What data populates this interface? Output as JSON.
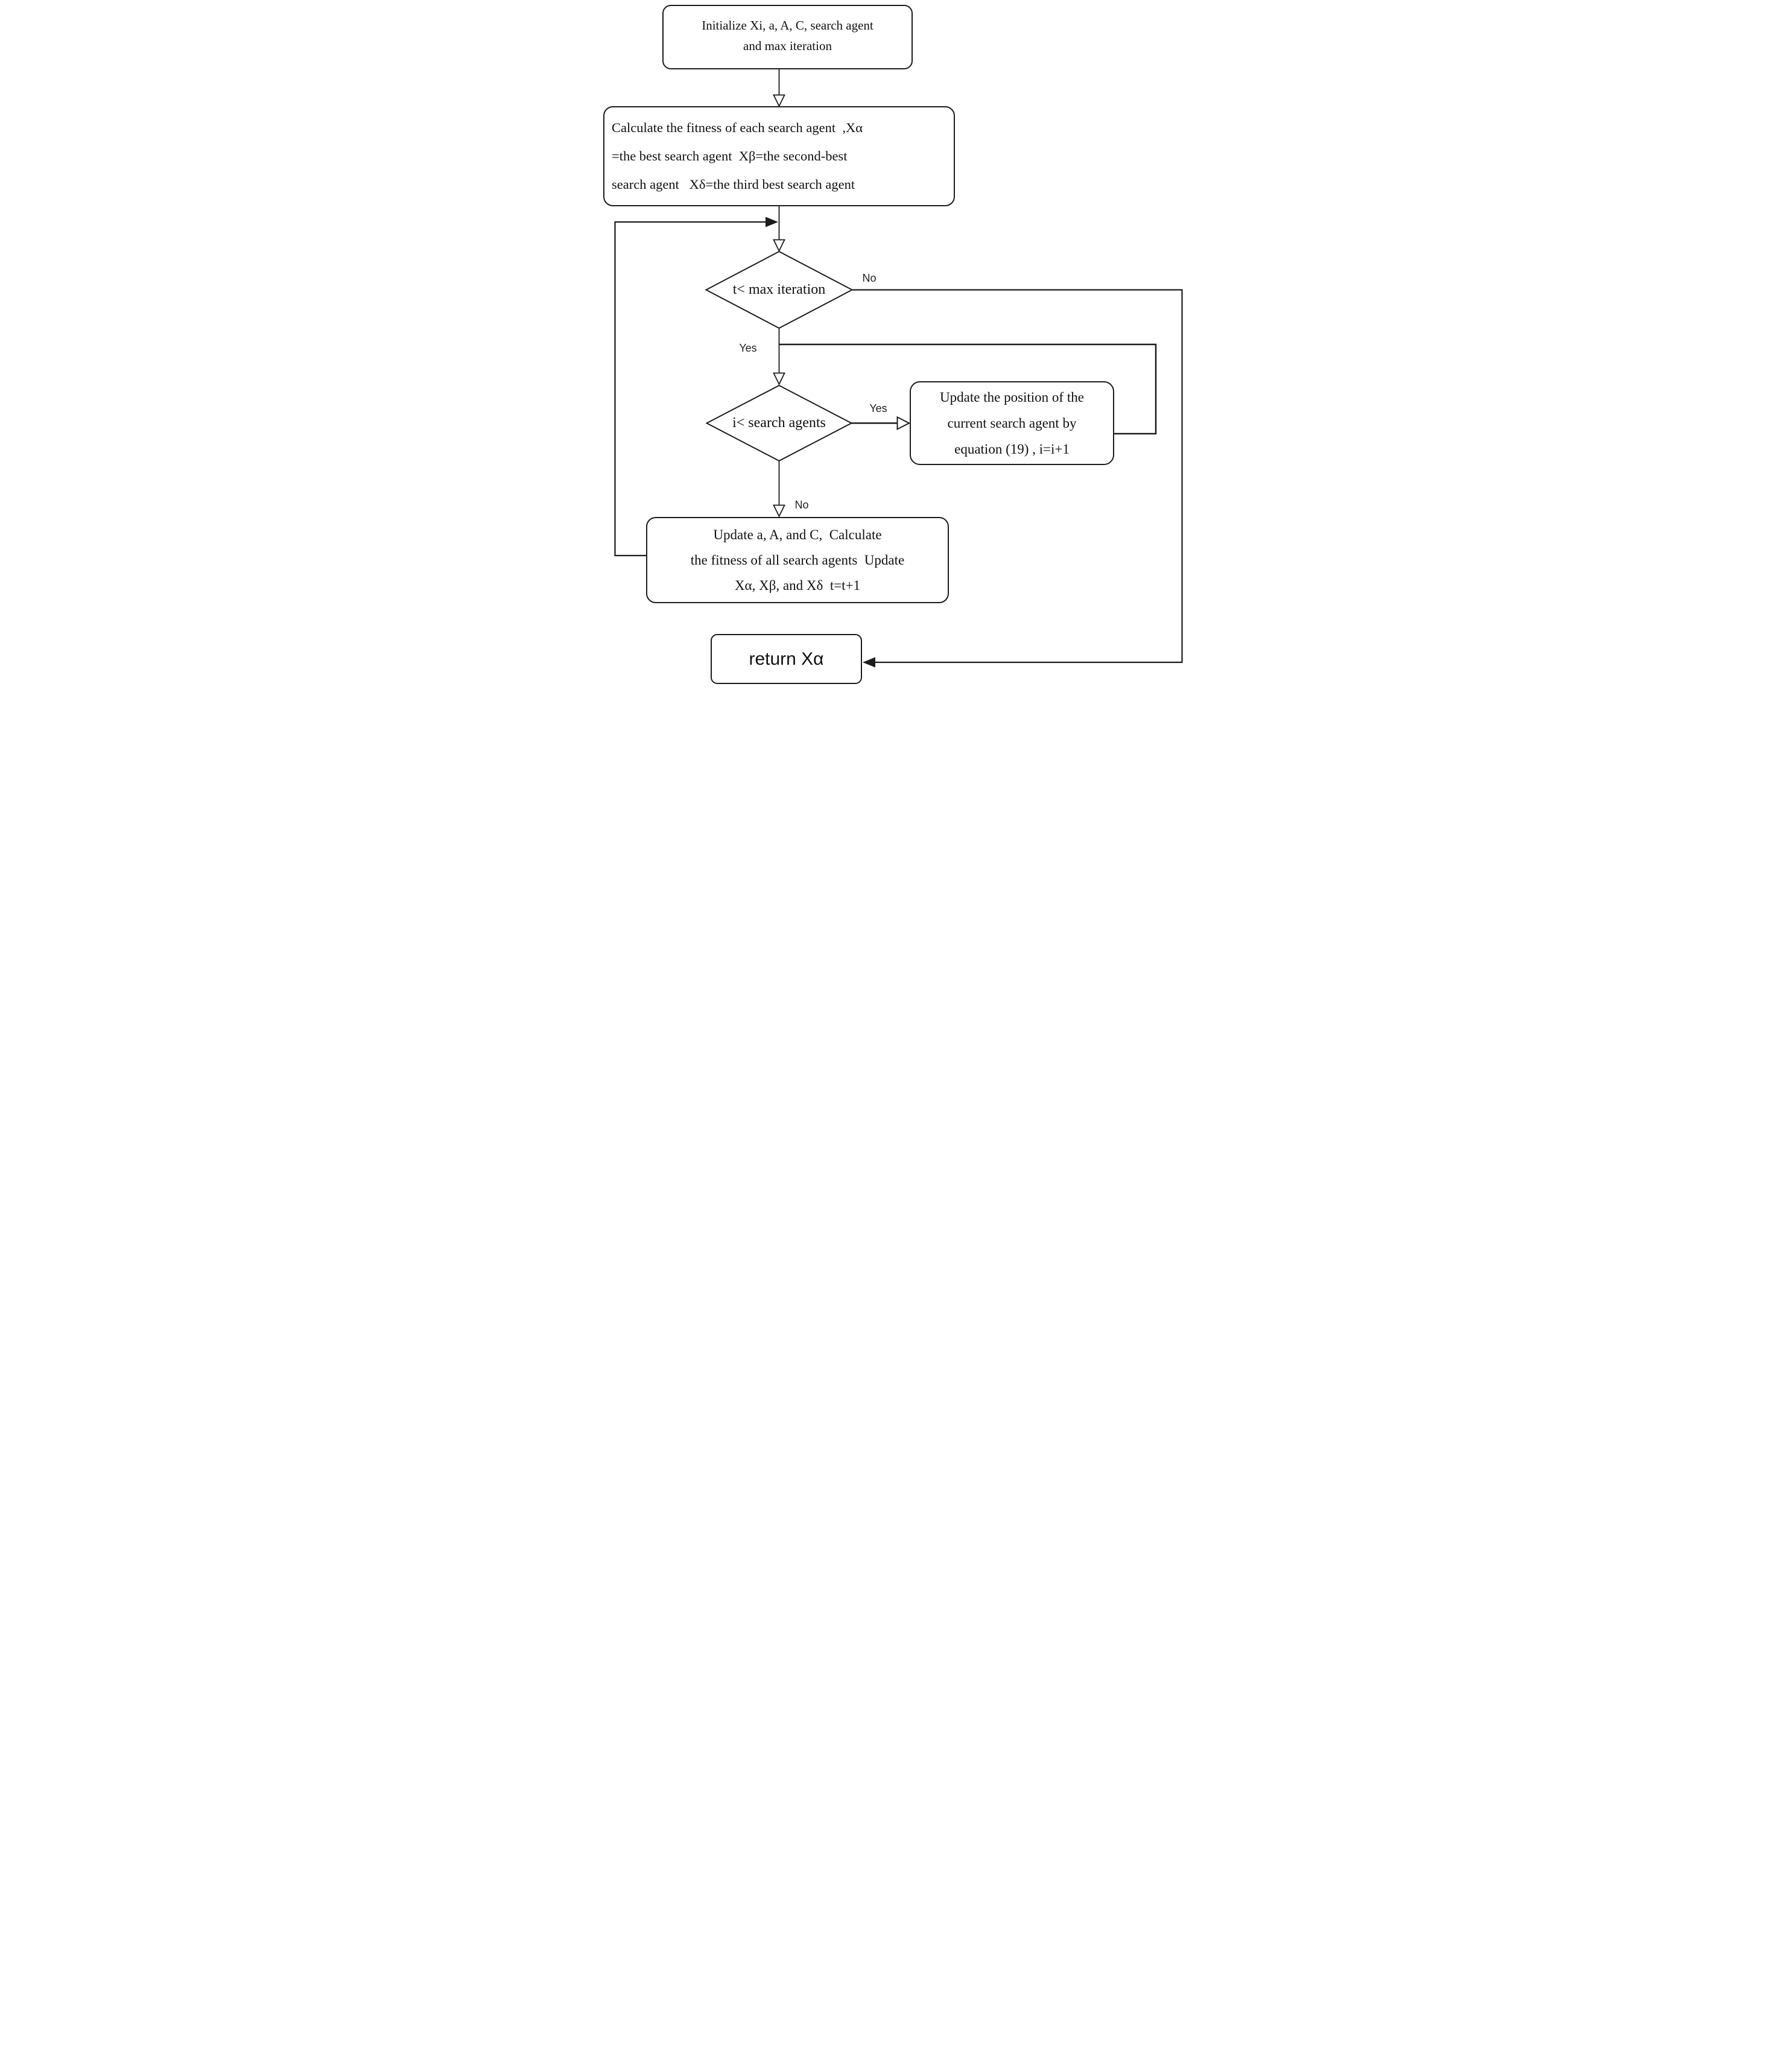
{
  "diagram": {
    "nodes": {
      "initialize": {
        "lines": [
          "Initialize Xi, a, A, C, search agent",
          "and max iteration"
        ]
      },
      "calculate_fitness": {
        "lines": [
          "Calculate the fitness of each search agent  ,Xα",
          "=the best search agent  Xβ=the second-best",
          "search agent   Xδ=the third best search agent"
        ]
      },
      "max_iteration_check": {
        "label": "t< max iteration"
      },
      "search_agents_check": {
        "label": "i< search agents"
      },
      "update_position": {
        "lines": [
          "Update the position of the",
          "current search agent by",
          "equation (19) , i=i+1"
        ]
      },
      "update_params": {
        "lines": [
          "Update a, A, and C,  Calculate",
          "the fitness of all search agents  Update",
          "Xα, Xβ, and Xδ  t=t+1"
        ]
      },
      "return_result": {
        "label": "return Xα"
      }
    },
    "edge_labels": {
      "max_iter_no": "No",
      "max_iter_yes": "Yes",
      "agents_yes": "Yes",
      "agents_no": "No"
    },
    "colors": {
      "line": "#1c1c1c",
      "background": "#ffffff",
      "text": "#111111"
    }
  }
}
